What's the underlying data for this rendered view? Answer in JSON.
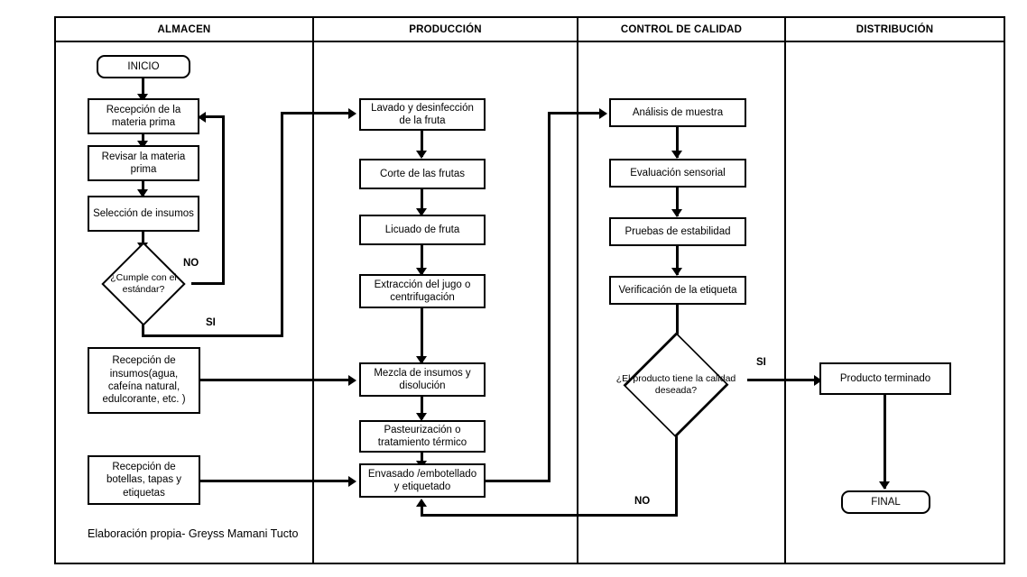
{
  "diagram": {
    "type": "swimlane-flowchart",
    "caption": "Elaboración propia- Greyss Mamani Tucto",
    "lanes": [
      {
        "id": "almacen",
        "title": "ALMACEN"
      },
      {
        "id": "produccion",
        "title": "PRODUCCIÓN"
      },
      {
        "id": "calidad",
        "title": "CONTROL DE CALIDAD"
      },
      {
        "id": "distribucion",
        "title": "DISTRIBUCIÓN"
      }
    ],
    "nodes": {
      "inicio": "INICIO",
      "recepcion_mp": "Recepción de la materia prima",
      "revisar_mp": "Revisar la materia prima",
      "seleccion_insumos": "Selección de insumos",
      "decision_estandar": "¿Cumple con el estándar?",
      "recepcion_insumos": "Recepción de insumos(agua, cafeína natural, edulcorante, etc. )",
      "recepcion_botellas": "Recepción de botellas, tapas y etiquetas",
      "lavado": "Lavado y desinfección de la fruta",
      "corte": "Corte de las frutas",
      "licuado": "Licuado de fruta",
      "extraccion": "Extracción del jugo o centrifugación",
      "mezcla": "Mezcla de insumos y disolución",
      "pasteurizacion": "Pasteurización o tratamiento térmico",
      "envasado": "Envasado /embotellado y etiquetado",
      "analisis": "Análisis de muestra",
      "evaluacion": "Evaluación sensorial",
      "pruebas": "Pruebas de estabilidad",
      "verificacion": "Verificación de la etiqueta",
      "decision_calidad": "¿El producto tiene la calidad deseada?",
      "producto_terminado": "Producto terminado",
      "final": "FINAL"
    },
    "edge_labels": {
      "estandar_no": "NO",
      "estandar_si": "SI",
      "calidad_si": "SI",
      "calidad_no": "NO"
    },
    "colors": {
      "stroke": "#000000",
      "fill": "#ffffff",
      "text": "#000000"
    }
  }
}
